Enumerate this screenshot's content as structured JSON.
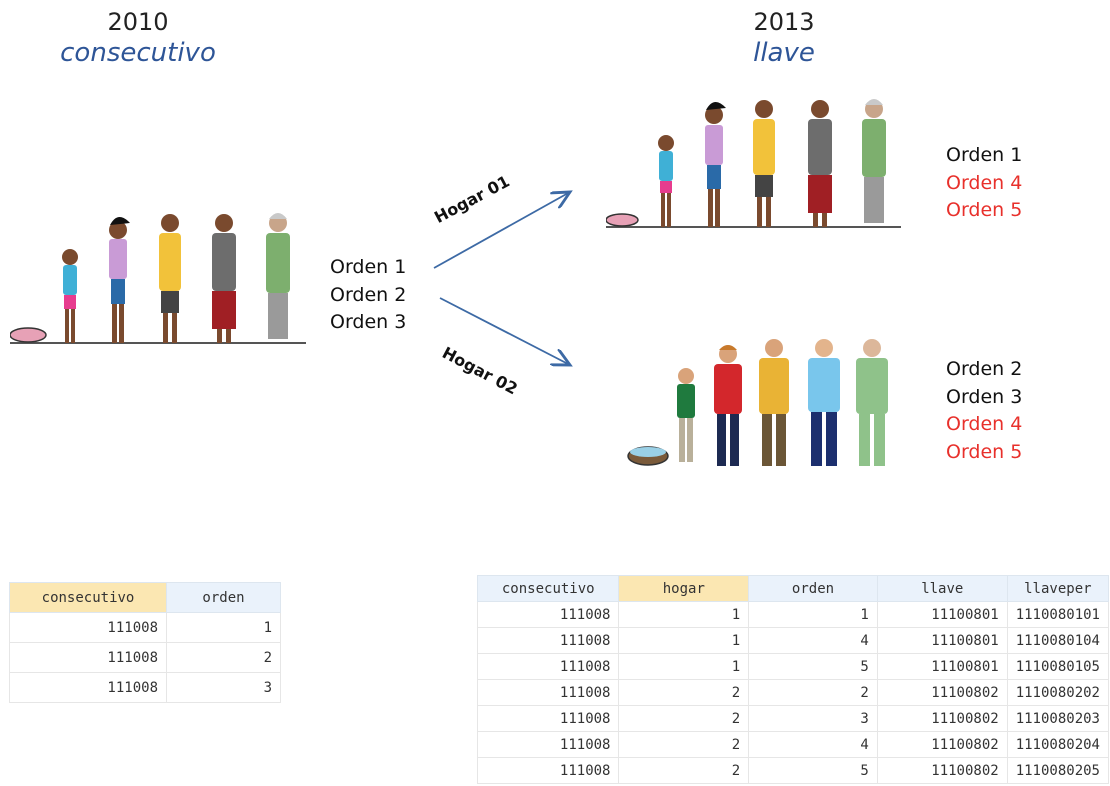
{
  "left": {
    "year": "2010",
    "subtitle": "consecutivo",
    "labels": [
      "Orden 1",
      "Orden 2",
      "Orden 3"
    ]
  },
  "right": {
    "year": "2013",
    "subtitle": "llave"
  },
  "hogar1": {
    "arrow_label": "Hogar 01",
    "labels": [
      {
        "text": "Orden 1",
        "color": "#111111"
      },
      {
        "text": "Orden 4",
        "color": "#e8302b"
      },
      {
        "text": "Orden 5",
        "color": "#e8302b"
      }
    ]
  },
  "hogar2": {
    "arrow_label": "Hogar 02",
    "labels": [
      {
        "text": "Orden 2",
        "color": "#111111"
      },
      {
        "text": "Orden 3",
        "color": "#111111"
      },
      {
        "text": "Orden 4",
        "color": "#e8302b"
      },
      {
        "text": "Orden 5",
        "color": "#e8302b"
      }
    ]
  },
  "colors": {
    "accent_blue": "#2e5597",
    "red": "#e8302b",
    "arrow": "#3d6aa5",
    "header_highlight": "#fbe7b2",
    "header": "#eaf2fb"
  },
  "table_2010": {
    "columns": [
      "consecutivo",
      "orden"
    ],
    "rows": [
      [
        "111008",
        "1"
      ],
      [
        "111008",
        "2"
      ],
      [
        "111008",
        "3"
      ]
    ]
  },
  "table_2013": {
    "columns": [
      "consecutivo",
      "hogar",
      "orden",
      "llave",
      "llaveper"
    ],
    "rows": [
      [
        "111008",
        "1",
        "1",
        "11100801",
        "1110080101"
      ],
      [
        "111008",
        "1",
        "4",
        "11100801",
        "1110080104"
      ],
      [
        "111008",
        "1",
        "5",
        "11100801",
        "1110080105"
      ],
      [
        "111008",
        "2",
        "2",
        "11100802",
        "1110080202"
      ],
      [
        "111008",
        "2",
        "3",
        "11100802",
        "1110080203"
      ],
      [
        "111008",
        "2",
        "4",
        "11100802",
        "1110080204"
      ],
      [
        "111008",
        "2",
        "5",
        "11100802",
        "1110080205"
      ]
    ]
  }
}
